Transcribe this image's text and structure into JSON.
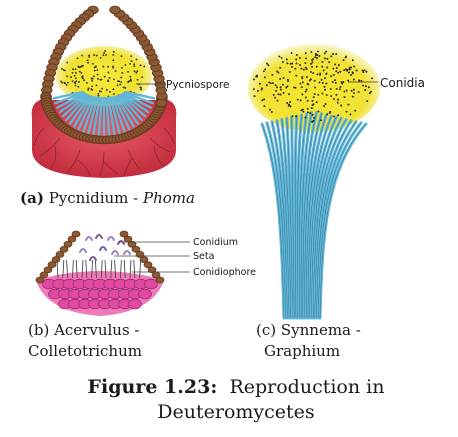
{
  "figure": {
    "number": "Figure 1.23:",
    "title_line1": "Reproduction in",
    "title_line2": "Deuteromycetes"
  },
  "panel_a": {
    "caption_letter": "(a)",
    "caption_text": " Pycnidium - ",
    "caption_genus": "Phoma",
    "label_pycniospore": "Pycniospore"
  },
  "panel_b": {
    "caption_line1": "(b) Acervulus -",
    "caption_line2": "Colletotrichum",
    "label_conidium": "Conidium",
    "label_seta": "Seta",
    "label_conidiophore": "Conidiophore"
  },
  "panel_c": {
    "caption_line1": "(c) Synnema -",
    "caption_line2": "Graphium",
    "label_conidia": "Conidia"
  },
  "colors": {
    "host_tissue": "#d94150",
    "wall_brown": "#6b3a1f",
    "bead": "#8a5a34",
    "spore_yellow": "#f5e63a",
    "hypha_blue": "#62b7d8",
    "conidium_pink": "#e04aa0",
    "conidium_purple": "#7a5a9a"
  }
}
